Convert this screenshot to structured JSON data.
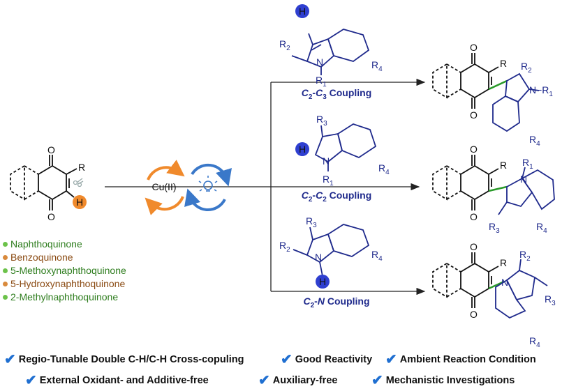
{
  "scheme": {
    "catalyst_label": "Cu(II)",
    "quinone_R": "R",
    "quinone_H": "H",
    "o_label": "O",
    "couplings": [
      {
        "prefix": "C",
        "s1": "2",
        "mid": "-C",
        "s2": "3",
        "suffix": " Coupling"
      },
      {
        "prefix": "C",
        "s1": "2",
        "mid": "-C",
        "s2": "2",
        "suffix": " Coupling"
      },
      {
        "prefix": "C",
        "s1": "2",
        "mid": "-N",
        "s2": "",
        "suffix": " Coupling"
      }
    ],
    "substituents": {
      "R1": "R",
      "R2": "R",
      "R3": "R",
      "R4": "R",
      "N": "N",
      "H": "H"
    }
  },
  "substrates": [
    {
      "label": "Naphthoquinone",
      "color": "#2e7d1e"
    },
    {
      "label": "Benzoquinone",
      "color": "#8a4a12"
    },
    {
      "label": "5-Methoxynaphthoquinone",
      "color": "#2e7d1e"
    },
    {
      "label": "5-Hydroxynaphthoquinone",
      "color": "#8a4a12"
    },
    {
      "label": "2-Methylnaphthoquinone",
      "color": "#2e7d1e"
    }
  ],
  "features": [
    "Regio-Tunable Double C-H/C-H Cross-copuling",
    "Good Reactivity",
    "Ambient Reaction Condition",
    "External Oxidant- and Additive-free",
    "Auxiliary-free",
    "Mechanistic Investigations"
  ],
  "colors": {
    "accent_blue": "#1f2a8c",
    "orange": "#f08a2c",
    "cycle_blue": "#3a78c9",
    "bond_green": "#2a9a2a",
    "check": "#1f6fd1"
  }
}
